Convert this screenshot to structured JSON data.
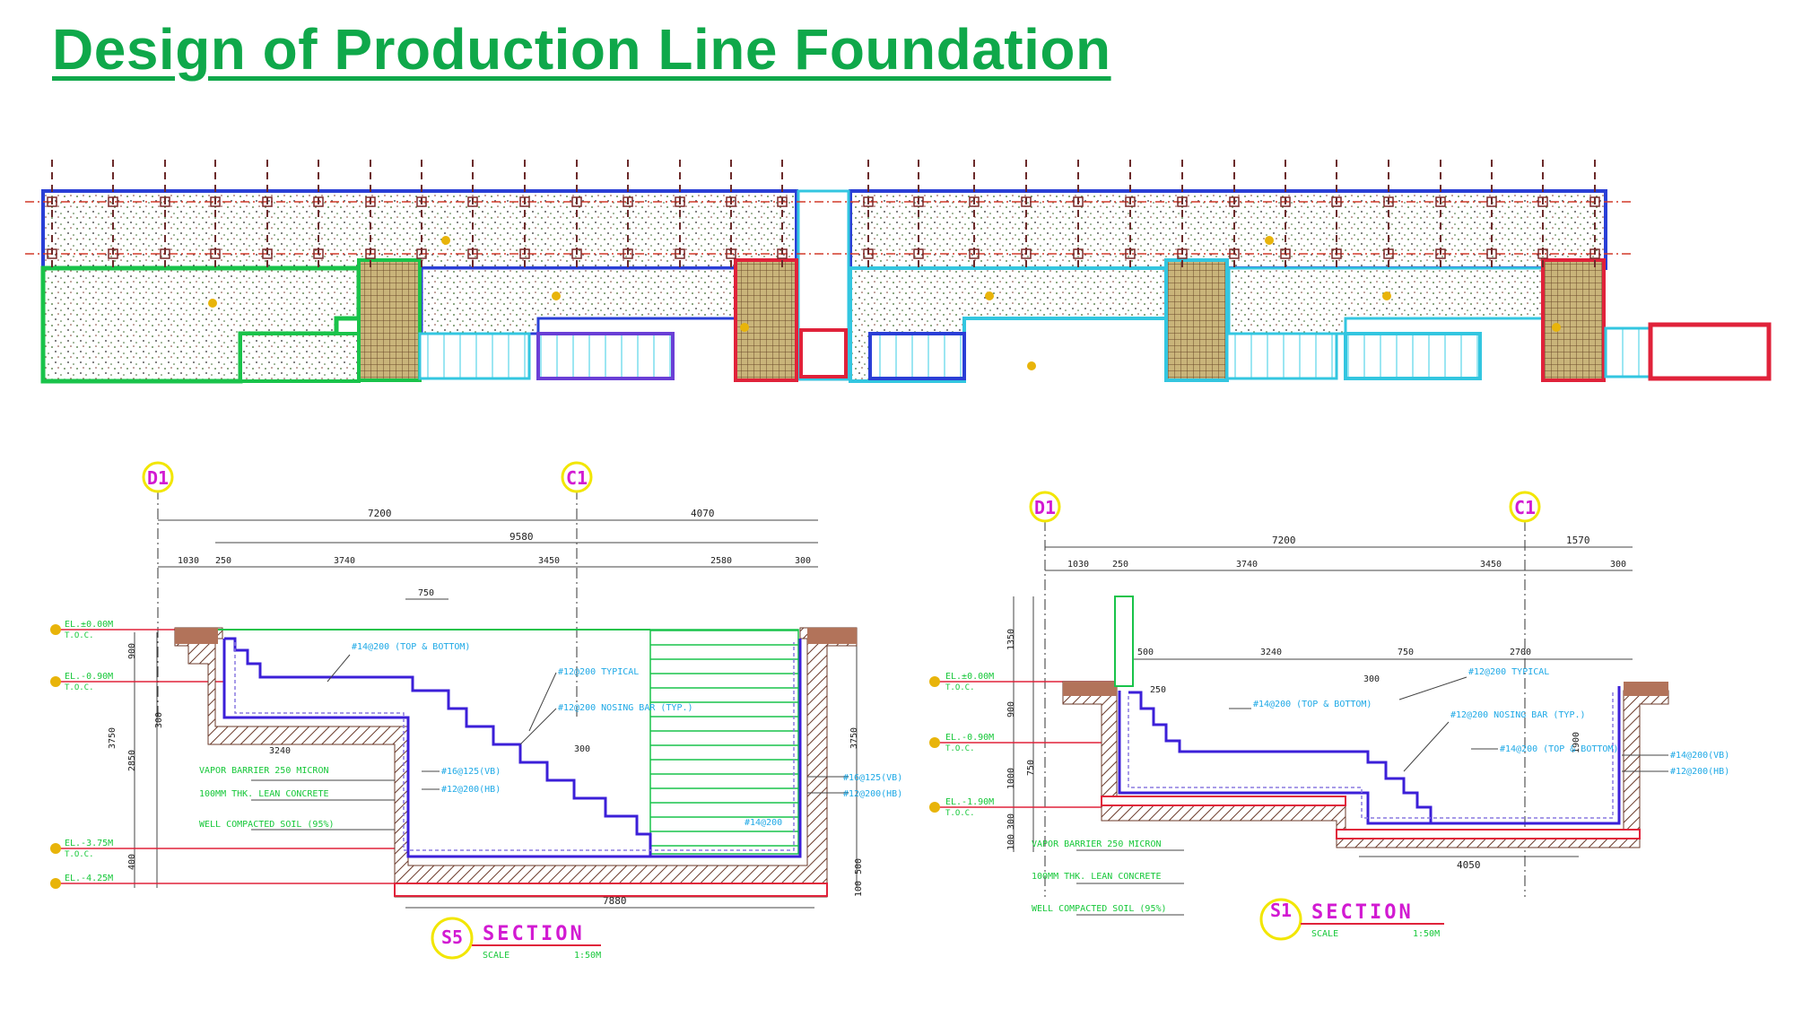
{
  "title": "Design of Production Line Foundation",
  "colors": {
    "title": "#0fa84a",
    "grid_line": "#d23a2a",
    "outline_blue": "#2a3fd6",
    "outline_cyan": "#33c6e0",
    "outline_green": "#19c34a",
    "outline_red": "#e0223a",
    "rebar": "#3b1fd8",
    "label_green": "#17c83a",
    "label_magenta": "#d21ad2",
    "label_cyan": "#1fa9e6",
    "grid_bubble": "#f2e600",
    "earth": "#6b3a2a",
    "dim": "#333333"
  },
  "plan": {
    "name": "foundation-plan"
  },
  "section_s5": {
    "grid_left": "D1",
    "grid_right": "C1",
    "dims_top": [
      "7200",
      "4070"
    ],
    "dims_mid": [
      "9580"
    ],
    "dims_sub": [
      "1030",
      "250",
      "3740",
      "3450",
      "2580",
      "300"
    ],
    "dim_750": "750",
    "dim_bottom": "7880",
    "dim_3240": "3240",
    "elevations": [
      {
        "label": "EL.±0.00M",
        "sub": "T.O.C."
      },
      {
        "label": "EL.-0.90M",
        "sub": "T.O.C."
      },
      {
        "label": "EL.-3.75M",
        "sub": "T.O.C."
      },
      {
        "label": "EL.-4.25M",
        "sub": ""
      }
    ],
    "left_dims": [
      "900",
      "3750",
      "2850",
      "300",
      "400"
    ],
    "right_dims": [
      "3750",
      "500",
      "100"
    ],
    "notes": {
      "top_bottom": "#14@200 (TOP & BOTTOM)",
      "typical": "#12@200 TYPICAL",
      "nosing": "#12@200 NOSING BAR (TYP.)",
      "vb_left": "#16@125(VB)",
      "hb_left": "#12@200(HB)",
      "vb_right": "#16@125(VB)",
      "hb_right": "#12@200(HB)",
      "small": "#14@200",
      "dim_300": "300",
      "vapor": "VAPOR BARRIER 250 MICRON",
      "lean": "100MM THK. LEAN CONCRETE",
      "soil": "WELL COMPACTED SOIL (95%)"
    },
    "section_id": "S5",
    "section_word": "SECTION",
    "scale_label": "SCALE",
    "scale_value": "1:50M"
  },
  "section_s1": {
    "grid_left": "D1",
    "grid_right": "C1",
    "dims_top": [
      "7200",
      "1570"
    ],
    "dims_sub": [
      "1030",
      "250",
      "3740",
      "3450",
      "300"
    ],
    "dims_inner": [
      "500",
      "3240",
      "750",
      "2700"
    ],
    "dim_300": "300",
    "dim_250": "250",
    "dim_bottom": "4050",
    "elevations": [
      {
        "label": "EL.±0.00M",
        "sub": "T.O.C."
      },
      {
        "label": "EL.-0.90M",
        "sub": "T.O.C."
      },
      {
        "label": "EL.-1.90M",
        "sub": "T.O.C."
      }
    ],
    "left_dims": [
      "1350",
      "900",
      "1000",
      "750",
      "300",
      "100"
    ],
    "right_dims": [
      "1900"
    ],
    "notes": {
      "typical": "#12@200 TYPICAL",
      "nosing": "#12@200 NOSING BAR (TYP.)",
      "top_bottom_left": "#14@200 (TOP & BOTTOM)",
      "top_bottom_right": "#14@200 (TOP & BOTTOM)",
      "vb": "#14@200(VB)",
      "hb": "#12@200(HB)",
      "vapor": "VAPOR BARRIER 250 MICRON",
      "lean": "100MM THK. LEAN CONCRETE",
      "soil": "WELL COMPACTED SOIL (95%)"
    },
    "section_id": "S1",
    "section_word": "SECTION",
    "scale_label": "SCALE",
    "scale_value": "1:50M"
  }
}
